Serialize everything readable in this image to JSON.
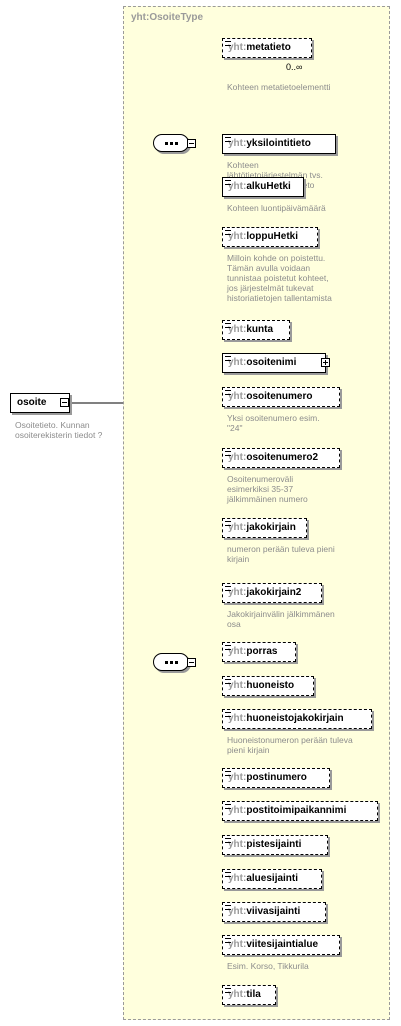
{
  "type_name": "yht:OsoiteType",
  "root": {
    "name": "osoite",
    "doc": [
      "Osoitetieto. Kunnan",
      "osoiterekisterin tiedot ?"
    ]
  },
  "groups": [
    {
      "name": "sequence-1",
      "elements": [
        {
          "prefix": "yht:",
          "name": "metatieto",
          "optional": true,
          "occurrence": "0..∞",
          "doc": [
            "Kohteen metatietoelementti"
          ]
        },
        {
          "prefix": "yht:",
          "name": "yksilointitieto",
          "optional": false,
          "doc": [
            "Kohteen",
            "lähtötietojärjestelmän  tvs.",
            "mukainen yksilöintitieto"
          ]
        },
        {
          "prefix": "yht:",
          "name": "alkuHetki",
          "optional": false,
          "doc": [
            "Kohteen luontipäivämäärä"
          ]
        },
        {
          "prefix": "yht:",
          "name": "loppuHetki",
          "optional": true,
          "doc": [
            "Milloin kohde on poistettu.",
            "Tämän avulla voidaan",
            "tunnistaa poistetut kohteet,",
            "jos järjestelmät tukevat",
            "historiatietojen tallentamista"
          ]
        }
      ]
    },
    {
      "name": "sequence-2",
      "elements": [
        {
          "prefix": "yht:",
          "name": "kunta",
          "optional": true,
          "doc": []
        },
        {
          "prefix": "yht:",
          "name": "osoitenimi",
          "optional": false,
          "expandable": true,
          "doc": []
        },
        {
          "prefix": "yht:",
          "name": "osoitenumero",
          "optional": true,
          "doc": [
            "Yksi osoitenumero esim.",
            "\"24\""
          ]
        },
        {
          "prefix": "yht:",
          "name": "osoitenumero2",
          "optional": true,
          "doc": [
            "Osoitenumeroväli",
            "esimerkiksi 35-37",
            "jälkimmäinen numero"
          ]
        },
        {
          "prefix": "yht:",
          "name": "jakokirjain",
          "optional": true,
          "doc": [
            "numeron perään tuleva pieni",
            "kirjain"
          ]
        },
        {
          "prefix": "yht:",
          "name": "jakokirjain2",
          "optional": true,
          "doc": [
            "Jakokirjainvälin jälkimmänen",
            "osa"
          ]
        },
        {
          "prefix": "yht:",
          "name": "porras",
          "optional": true,
          "doc": []
        },
        {
          "prefix": "yht:",
          "name": "huoneisto",
          "optional": true,
          "doc": []
        },
        {
          "prefix": "yht:",
          "name": "huoneistojakokirjain",
          "optional": true,
          "doc": [
            "Huoneistonumeron perään tuleva",
            "pieni kirjain"
          ]
        },
        {
          "prefix": "yht:",
          "name": "postinumero",
          "optional": true,
          "doc": []
        },
        {
          "prefix": "yht:",
          "name": "postitoimipaikannimi",
          "optional": true,
          "doc": []
        },
        {
          "prefix": "yht:",
          "name": "pistesijainti",
          "optional": true,
          "doc": []
        },
        {
          "prefix": "yht:",
          "name": "aluesijainti",
          "optional": true,
          "doc": []
        },
        {
          "prefix": "yht:",
          "name": "viivasijainti",
          "optional": true,
          "doc": []
        },
        {
          "prefix": "yht:",
          "name": "viitesijaintialue",
          "optional": true,
          "doc": [
            "Esim. Korso, Tikkurila"
          ]
        },
        {
          "prefix": "yht:",
          "name": "tila",
          "optional": true,
          "doc": []
        }
      ]
    }
  ]
}
